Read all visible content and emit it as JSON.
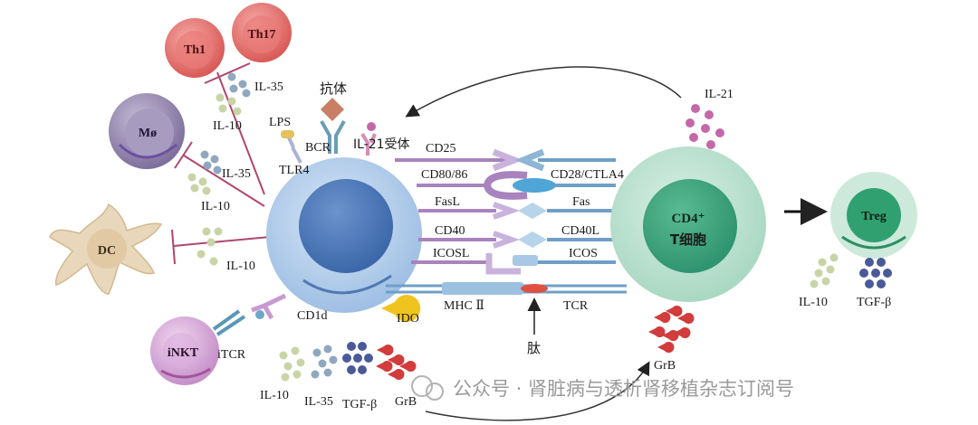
{
  "cells": {
    "th1": "Th1",
    "th17": "Th17",
    "macrophage": "Mø",
    "dc": "DC",
    "inkt": "iNKT",
    "cd4": "CD4⁺",
    "cd4_sub": "T细胞",
    "treg": "Treg"
  },
  "labels": {
    "il35_top": "IL-35",
    "il10_top": "IL-10",
    "lps": "LPS",
    "antibody": "抗体",
    "bcr": "BCR",
    "il21_receptor": "IL-21受体",
    "tlr4": "TLR4",
    "il35_mid": "IL-35",
    "il10_mid": "IL-10",
    "il10_dc": "IL-10",
    "cd1d": "CD1d",
    "itcr": "iTCR",
    "ido": "IDO",
    "il21": "IL-21",
    "peptide": "肽",
    "grb_right": "GrB",
    "il10_bottom": "IL-10",
    "il35_bottom": "IL-35",
    "tgfb_bottom": "TGF-β",
    "grb_bottom": "GrB",
    "il10_treg": "IL-10",
    "tgfb_treg": "TGF-β"
  },
  "pairs": {
    "cd25": "CD25",
    "cd80_86": "CD80/86",
    "cd28_ctla4": "CD28/CTLA4",
    "fasl": "FasL",
    "fas": "Fas",
    "cd40": "CD40",
    "cd40l": "CD40L",
    "icosl": "ICOSL",
    "icos": "ICOS",
    "mhc2": "MHC Ⅱ",
    "tcr": "TCR"
  },
  "watermark": {
    "text": "公众号 · 肾脏病与透析肾移植杂志订阅号"
  },
  "colors": {
    "b_cell": "#aac8e8",
    "b_nucleus": "#4a78b8",
    "cd4_cell": "#bfe3d2",
    "cd4_nucleus": "#3fa57e",
    "treg_nucleus": "#2e9a6a",
    "th_cell": "#e36a66",
    "mo_cell": "#8d80a8",
    "inkt_cell": "#d4a9d6",
    "inhibit_line": "#b0466e",
    "il10_dot": "#c9d4a6",
    "il35_dot": "#8fa8bf",
    "tgfb_dot": "#4a5a98",
    "grb": "#d23c3c",
    "il21_dot": "#c468a8"
  }
}
